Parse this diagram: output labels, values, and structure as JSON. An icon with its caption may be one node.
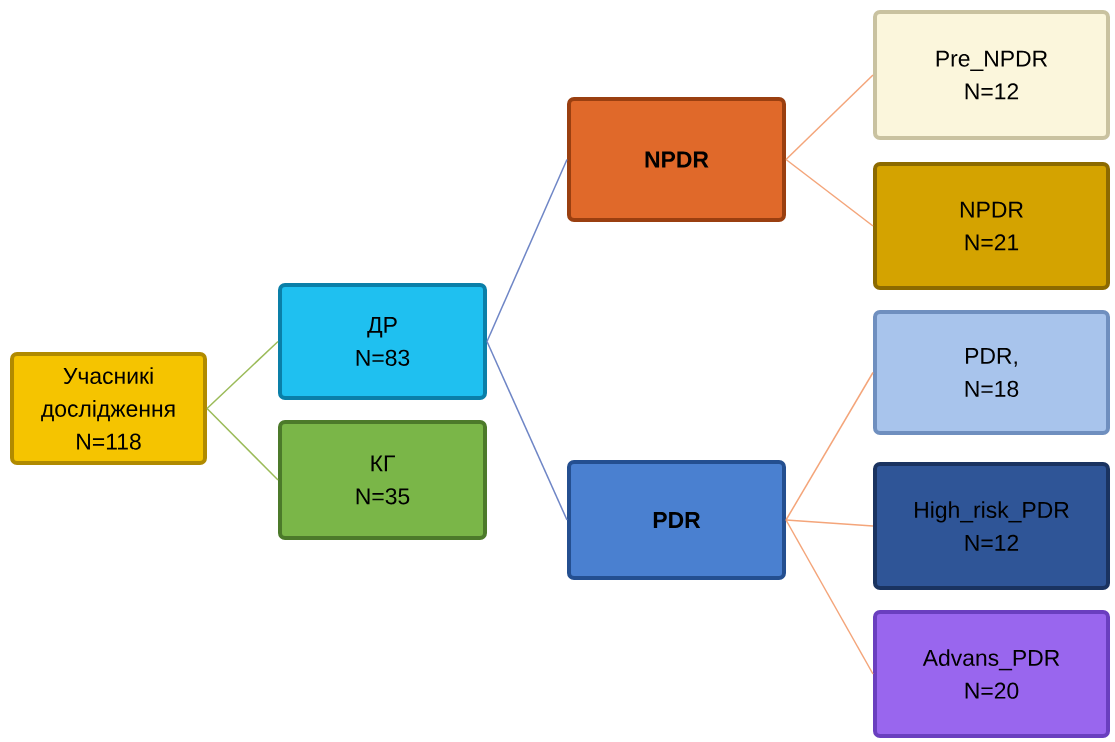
{
  "diagram": {
    "nodes": [
      {
        "text": [
          "Учасникі дослідження",
          "N=118"
        ]
      },
      {
        "text": [
          "ДР",
          "N=83"
        ]
      },
      {
        "text": [
          "КГ",
          "N=35"
        ]
      },
      {
        "text": [
          "NPDR"
        ]
      },
      {
        "text": [
          "PDR"
        ]
      },
      {
        "text": [
          "Pre_NPDR",
          "N=12"
        ]
      },
      {
        "text": [
          "NPDR",
          "N=21"
        ]
      },
      {
        "text": [
          "PDR,",
          "N=18"
        ]
      },
      {
        "text": [
          "High_risk_PDR",
          "N=12"
        ]
      },
      {
        "text": [
          "Advans_PDR",
          "N=20"
        ]
      }
    ],
    "edges": [
      {
        "from": 0,
        "to": 1,
        "arrow": "none",
        "color": "#9bbb59"
      },
      {
        "from": 0,
        "to": 2,
        "arrow": "none",
        "color": "#9bbb59"
      },
      {
        "from": 1,
        "to": 3,
        "arrow": "none",
        "color": "#6f86c6"
      },
      {
        "from": 1,
        "to": 4,
        "arrow": "none",
        "color": "#6f86c6"
      },
      {
        "from": 3,
        "to": 5,
        "arrow": "none"
      },
      {
        "from": 3,
        "to": 6,
        "arrow": "none"
      },
      {
        "from": 4,
        "to": 7,
        "arrow": "none"
      },
      {
        "from": 4,
        "to": 8,
        "arrow": "none"
      },
      {
        "from": 4,
        "to": 9,
        "arrow": "none"
      }
    ]
  }
}
